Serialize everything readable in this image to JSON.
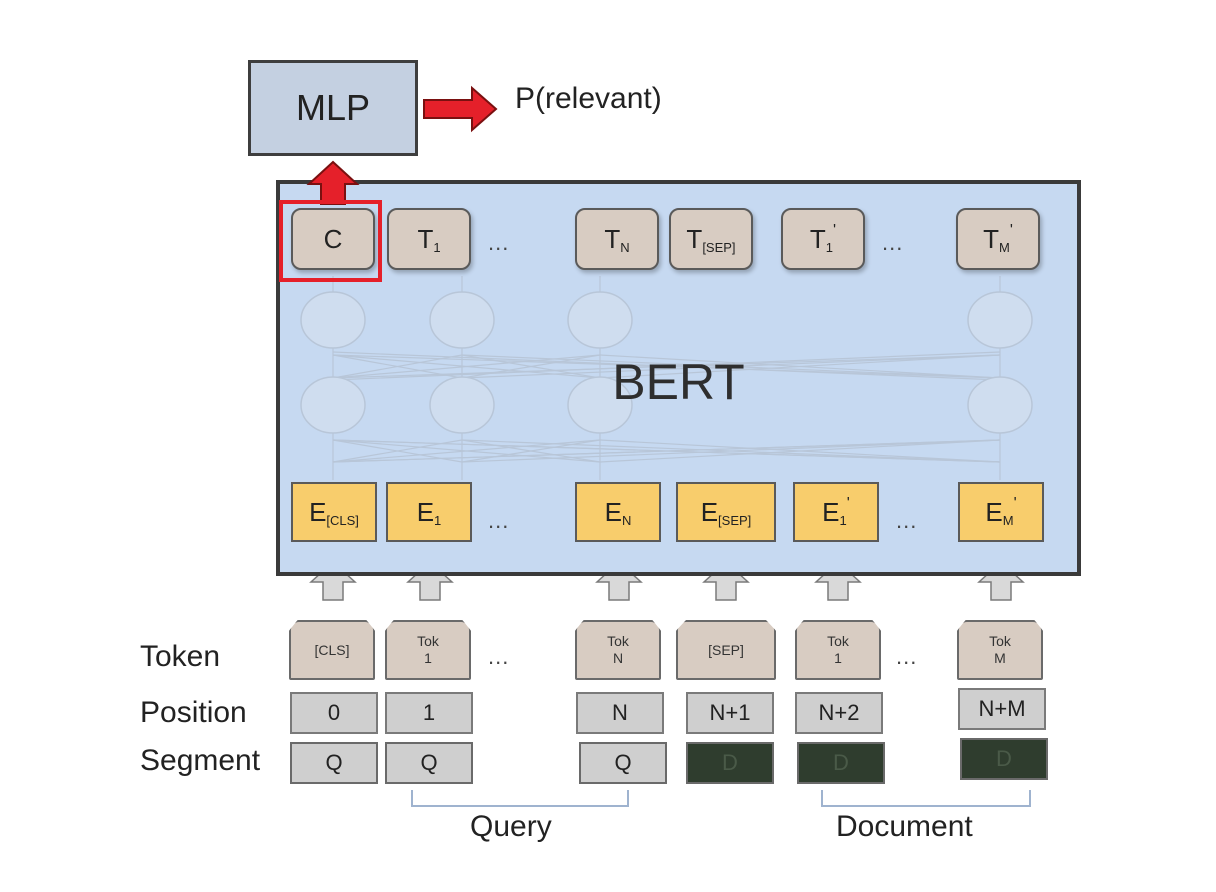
{
  "mlp": {
    "label": "MLP",
    "output_label": "P(relevant)"
  },
  "bert": {
    "label": "BERT"
  },
  "output_tokens": [
    {
      "main": "C",
      "sub": "",
      "sup": ""
    },
    {
      "main": "T",
      "sub": "1",
      "sup": ""
    },
    {
      "main": "T",
      "sub": "N",
      "sup": ""
    },
    {
      "main": "T",
      "sub": "[SEP]",
      "sup": ""
    },
    {
      "main": "T",
      "sub": "1",
      "sup": "'"
    },
    {
      "main": "T",
      "sub": "M",
      "sup": "'"
    }
  ],
  "embeddings": [
    {
      "main": "E",
      "sub": "[CLS]",
      "sup": ""
    },
    {
      "main": "E",
      "sub": "1",
      "sup": ""
    },
    {
      "main": "E",
      "sub": "N",
      "sup": ""
    },
    {
      "main": "E",
      "sub": "[SEP]",
      "sup": ""
    },
    {
      "main": "E",
      "sub": "1",
      "sup": "'"
    },
    {
      "main": "E",
      "sub": "M",
      "sup": "'"
    }
  ],
  "input_tokens": [
    {
      "line1": "[CLS]",
      "line2": ""
    },
    {
      "line1": "Tok",
      "line2": "1"
    },
    {
      "line1": "Tok",
      "line2": "N"
    },
    {
      "line1": "[SEP]",
      "line2": ""
    },
    {
      "line1": "Tok",
      "line2": "1"
    },
    {
      "line1": "Tok",
      "line2": "M"
    }
  ],
  "positions": [
    "0",
    "1",
    "N",
    "N+1",
    "N+2",
    "N+M"
  ],
  "segments": [
    {
      "label": "Q",
      "kind": "query"
    },
    {
      "label": "Q",
      "kind": "query"
    },
    {
      "label": "Q",
      "kind": "query"
    },
    {
      "label": "D",
      "kind": "document"
    },
    {
      "label": "D",
      "kind": "document"
    },
    {
      "label": "D",
      "kind": "document"
    }
  ],
  "row_labels": {
    "token": "Token",
    "position": "Position",
    "segment": "Segment"
  },
  "groups": {
    "query": "Query",
    "document": "Document"
  },
  "ellipsis": "...",
  "colors": {
    "mlp_fill": "#c4d0e1",
    "bert_fill": "#c6d9f1",
    "embedding_fill": "#f8cd6c",
    "token_fill": "#d8ccc2",
    "highlight": "#e5202a",
    "document_segment": "#2f3d2e"
  }
}
